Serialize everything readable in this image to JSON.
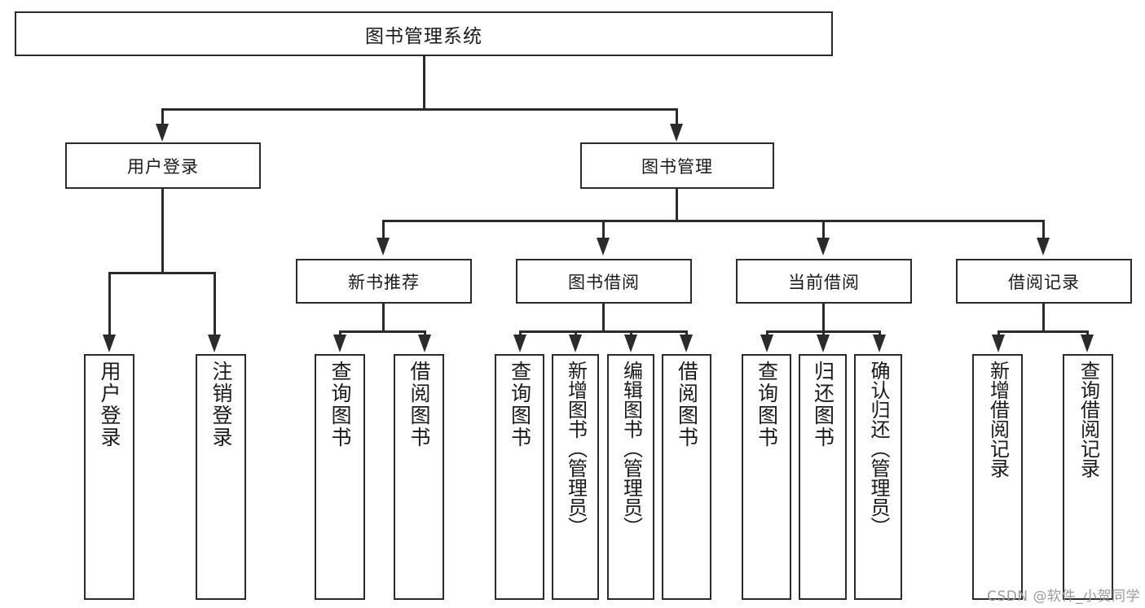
{
  "diagram": {
    "title_node": {
      "label": "图书管理系统"
    },
    "level1": [
      {
        "key": "user_login",
        "label": "用户登录"
      },
      {
        "key": "book_manage",
        "label": "图书管理"
      }
    ],
    "level2": [
      {
        "key": "new_rec",
        "label": "新书推荐"
      },
      {
        "key": "borrow",
        "label": "图书借阅"
      },
      {
        "key": "current",
        "label": "当前借阅"
      },
      {
        "key": "record",
        "label": "借阅记录"
      }
    ],
    "leaves": {
      "user_login": [
        {
          "label": "用户登录"
        },
        {
          "label": "注销登录"
        }
      ],
      "new_rec": [
        {
          "label": "查询图书"
        },
        {
          "label": "借阅图书"
        }
      ],
      "borrow": [
        {
          "label": "查询图书"
        },
        {
          "label": "新增图书（管理员）"
        },
        {
          "label": "编辑图书（管理员）"
        },
        {
          "label": "借阅图书"
        }
      ],
      "current": [
        {
          "label": "查询图书"
        },
        {
          "label": "归还图书"
        },
        {
          "label": "确认归还（管理员）"
        }
      ],
      "record": [
        {
          "label": "新增借阅记录"
        },
        {
          "label": "查询借阅记录"
        }
      ]
    }
  },
  "watermark": {
    "text": "CSDN @软件_小贺同学"
  },
  "colors": {
    "stroke": "#2b2b2b",
    "background": "#ffffff",
    "text": "#1a1a1a",
    "watermark": "#9a9a9a"
  }
}
